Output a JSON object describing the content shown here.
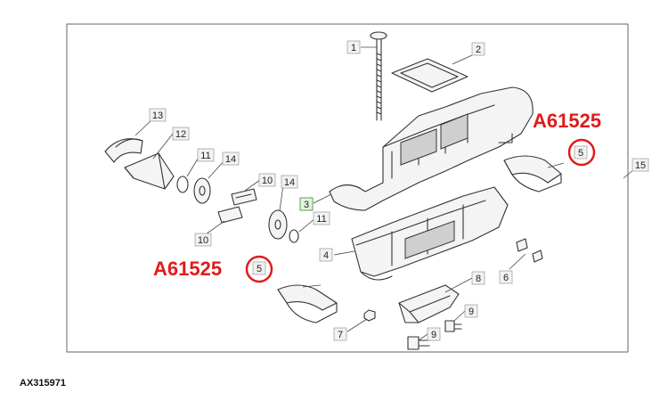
{
  "diagram": {
    "figure_id": "AX315971",
    "callouts": [
      {
        "id": "c1",
        "label": "1"
      },
      {
        "id": "c2",
        "label": "2"
      },
      {
        "id": "c3",
        "label": "3"
      },
      {
        "id": "c4",
        "label": "4"
      },
      {
        "id": "c5a",
        "label": "5"
      },
      {
        "id": "c5b",
        "label": "5"
      },
      {
        "id": "c6",
        "label": "6"
      },
      {
        "id": "c7",
        "label": "7"
      },
      {
        "id": "c8",
        "label": "8"
      },
      {
        "id": "c9a",
        "label": "9"
      },
      {
        "id": "c9b",
        "label": "9"
      },
      {
        "id": "c10a",
        "label": "10"
      },
      {
        "id": "c10b",
        "label": "10"
      },
      {
        "id": "c11a",
        "label": "11"
      },
      {
        "id": "c11b",
        "label": "11"
      },
      {
        "id": "c12",
        "label": "12"
      },
      {
        "id": "c13",
        "label": "13"
      },
      {
        "id": "c14a",
        "label": "14"
      },
      {
        "id": "c14b",
        "label": "14"
      },
      {
        "id": "c15",
        "label": "15"
      }
    ],
    "highlighted_part_number": "A61525",
    "highlight_color": "#e01b1b",
    "callout_3_color": "#3a8a2e"
  }
}
